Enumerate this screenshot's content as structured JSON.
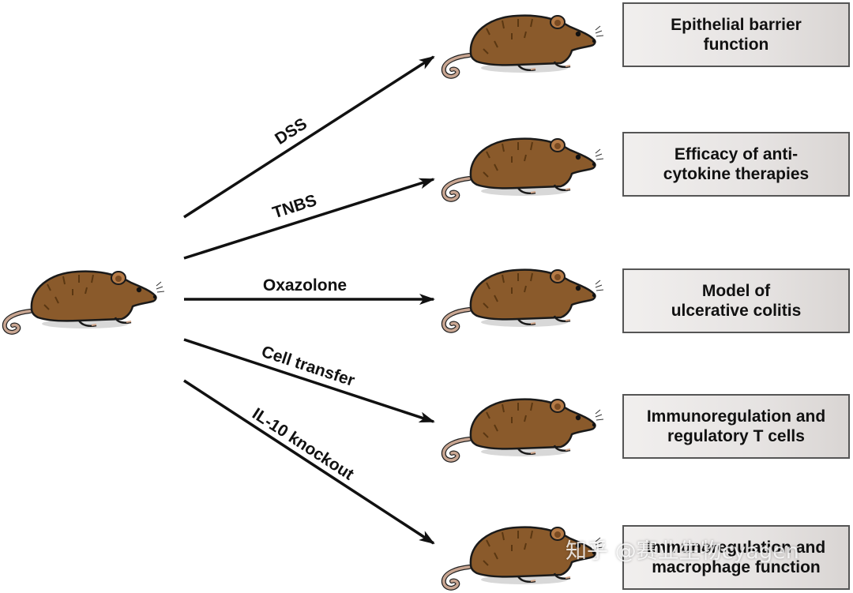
{
  "treatments": [
    "DSS",
    "TNBS",
    "Oxazolone",
    "Cell transfer",
    "IL-10 knockout"
  ],
  "outcomes": [
    [
      "Epithelial barrier",
      "function"
    ],
    [
      "Efficacy of anti-",
      "cytokine therapies"
    ],
    [
      "Model of",
      "ulcerative colitis"
    ],
    [
      "Immunoregulation and",
      "regulatory T cells"
    ],
    [
      "Immunoregulation and",
      "macrophage function"
    ]
  ],
  "watermark": "知乎 @赛业生物cyagen",
  "colors": {
    "rat_fur": "#8a5a2b",
    "rat_dark": "#6b431d",
    "tail": "#c9a692",
    "arrow": "#111111"
  }
}
